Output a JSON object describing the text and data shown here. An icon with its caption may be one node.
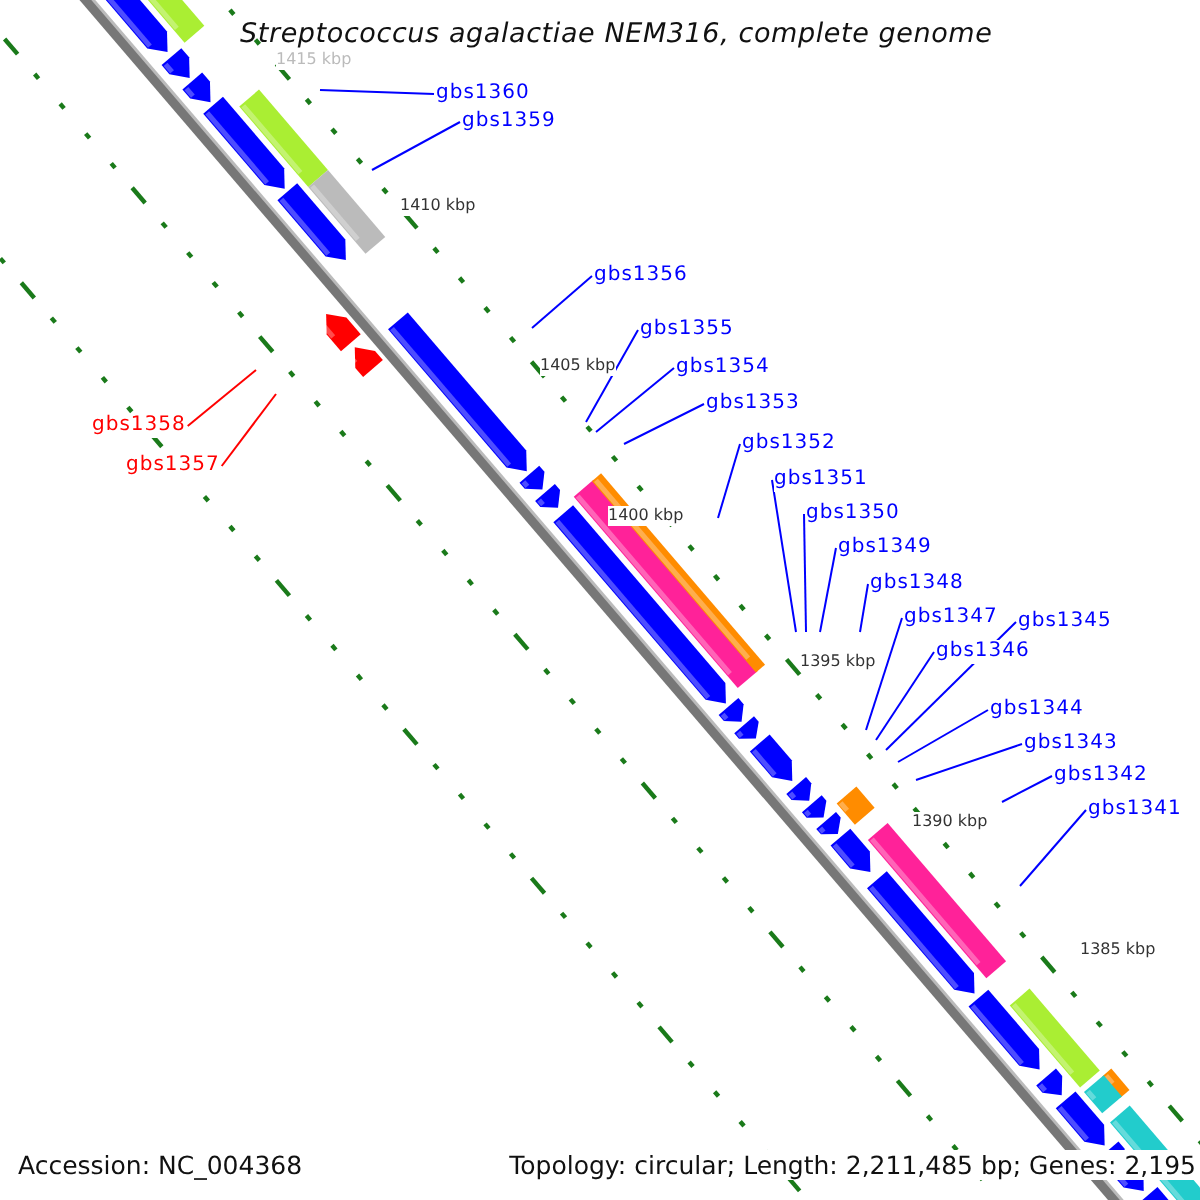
{
  "diagram": {
    "title": "Streptococcus agalactiae NEM316, complete genome",
    "nodes": [
      {
        "text": [
          "gbs1360"
        ]
      },
      {
        "text": [
          "gbs1359"
        ]
      },
      {
        "text": [
          "gbs1356"
        ]
      },
      {
        "text": [
          "gbs1355"
        ]
      },
      {
        "text": [
          "gbs1354"
        ]
      },
      {
        "text": [
          "gbs1353"
        ]
      },
      {
        "text": [
          "gbs1358"
        ]
      },
      {
        "text": [
          "gbs1352"
        ]
      },
      {
        "text": [
          "gbs1357"
        ]
      },
      {
        "text": [
          "gbs1351"
        ]
      },
      {
        "text": [
          "gbs1350"
        ]
      },
      {
        "text": [
          "gbs1349"
        ]
      },
      {
        "text": [
          "gbs1348"
        ]
      },
      {
        "text": [
          "gbs1347"
        ]
      },
      {
        "text": [
          "gbs1345"
        ]
      },
      {
        "text": [
          "gbs1346"
        ]
      },
      {
        "text": [
          "gbs1344"
        ]
      },
      {
        "text": [
          "gbs1343"
        ]
      },
      {
        "text": [
          "gbs1342"
        ]
      },
      {
        "text": [
          "gbs1341"
        ]
      }
    ],
    "edges": [
      {
        "from": 0,
        "to": null,
        "arrow": "none"
      },
      {
        "from": 1,
        "to": null,
        "arrow": "none"
      },
      {
        "from": 2,
        "to": null,
        "arrow": "none"
      },
      {
        "from": 3,
        "to": null,
        "arrow": "none"
      },
      {
        "from": 4,
        "to": null,
        "arrow": "none"
      },
      {
        "from": 5,
        "to": null,
        "arrow": "none"
      },
      {
        "from": 6,
        "to": null,
        "arrow": "none",
        "color": "#ff0000"
      },
      {
        "from": 7,
        "to": null,
        "arrow": "none"
      },
      {
        "from": 8,
        "to": null,
        "arrow": "none",
        "color": "#ff0000"
      },
      {
        "from": 9,
        "to": null,
        "arrow": "none"
      },
      {
        "from": 10,
        "to": null,
        "arrow": "none"
      },
      {
        "from": 11,
        "to": null,
        "arrow": "none"
      },
      {
        "from": 12,
        "to": null,
        "arrow": "none"
      },
      {
        "from": 13,
        "to": null,
        "arrow": "none"
      },
      {
        "from": 14,
        "to": null,
        "arrow": "none"
      },
      {
        "from": 15,
        "to": null,
        "arrow": "none"
      },
      {
        "from": 16,
        "to": null,
        "arrow": "none"
      },
      {
        "from": 17,
        "to": null,
        "arrow": "none"
      },
      {
        "from": 18,
        "to": null,
        "arrow": "none"
      },
      {
        "from": 19,
        "to": null,
        "arrow": "none"
      }
    ],
    "labels": [
      "1415 kbp",
      "1410 kbp",
      "1405 kbp",
      "1400 kbp",
      "1395 kbp",
      "1390 kbp",
      "1385 kbp",
      "Accession: NC_004368",
      "Topology: circular; Length: 2,211,485 bp; Genes: 2,195"
    ]
  }
}
